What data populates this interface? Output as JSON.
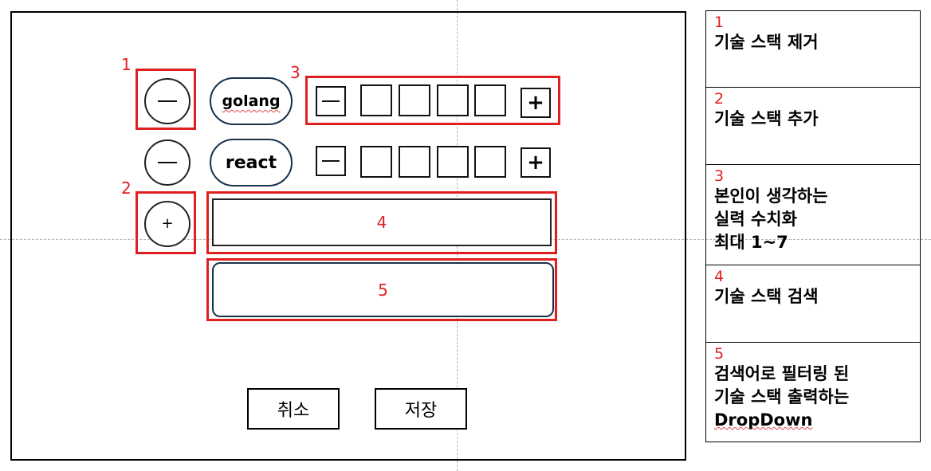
{
  "rows": [
    {
      "skill": "golang",
      "level_plus": "+"
    },
    {
      "skill": "react",
      "level_plus": "+"
    }
  ],
  "add_button": {
    "label": "+"
  },
  "markers": {
    "m1": "1",
    "m2": "2",
    "m3": "3"
  },
  "search_input": {
    "marker": "4"
  },
  "dropdown": {
    "marker": "5"
  },
  "buttons": {
    "cancel": "취소",
    "save": "저장"
  },
  "notes": [
    {
      "num": "1",
      "text": "기술 스택 제거"
    },
    {
      "num": "2",
      "text": "기술 스택 추가"
    },
    {
      "num": "3",
      "text": "본인이 생각하는\n실력 수치화\n최대 1~7"
    },
    {
      "num": "4",
      "text": "기술 스택 검색"
    },
    {
      "num": "5",
      "text_lines": [
        "검색어로 필터링 된",
        "기술 스택 출력하는"
      ],
      "text_last": "DropDown"
    }
  ],
  "colors": {
    "annotation": "#e02020",
    "pill_border": "#17324a"
  }
}
